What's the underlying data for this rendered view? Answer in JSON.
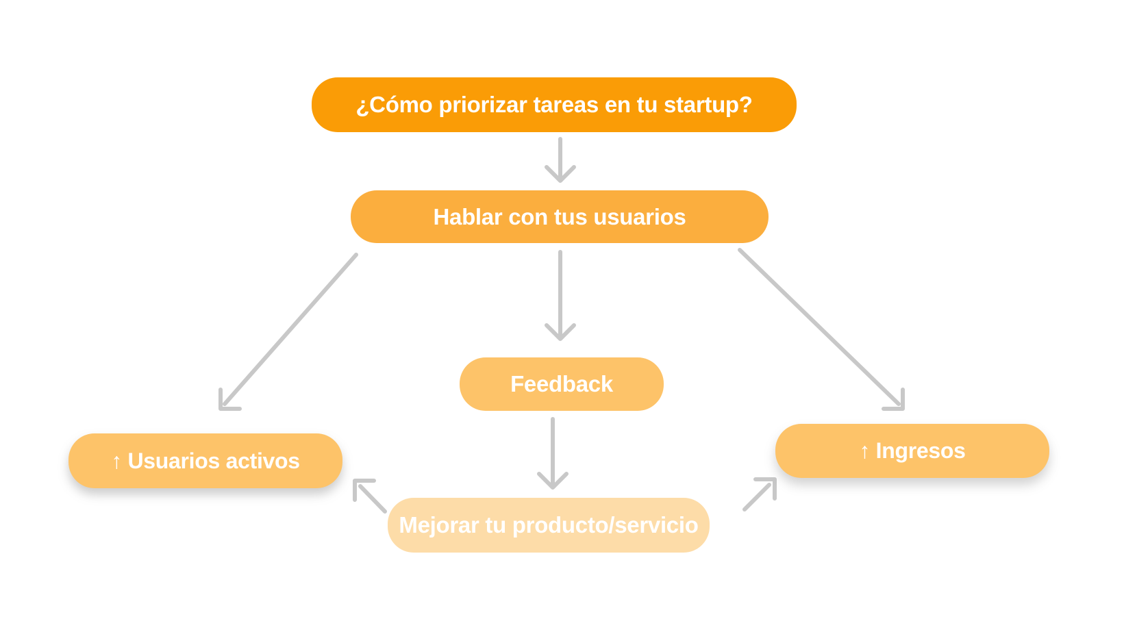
{
  "page": {
    "background": "#FFFFFF"
  },
  "diagram": {
    "type": "flowchart",
    "arrow_color": "#C8C8C8",
    "nodes": [
      {
        "id": "question",
        "label": "¿Cómo priorizar tareas en tu startup?",
        "color": "#FA9C06",
        "text_color": "#FFFFFF"
      },
      {
        "id": "hablar",
        "label": "Hablar con tus usuarios",
        "color": "#FBAE3E",
        "text_color": "#FFFFFF"
      },
      {
        "id": "feedback",
        "label": "Feedback",
        "color": "#FDC369",
        "text_color": "#FFFFFF"
      },
      {
        "id": "usuarios-activos",
        "label": "↑ Usuarios activos",
        "color": "#FDC369",
        "text_color": "#FFFFFF"
      },
      {
        "id": "ingresos",
        "label": "↑ Ingresos",
        "color": "#FDC369",
        "text_color": "#FFFFFF"
      },
      {
        "id": "mejorar",
        "label": "Mejorar tu producto/servicio",
        "color": "#FDDCA8",
        "text_color": "#FFFFFF"
      }
    ],
    "edges": [
      {
        "from": "question",
        "to": "hablar"
      },
      {
        "from": "hablar",
        "to": "feedback"
      },
      {
        "from": "hablar",
        "to": "usuarios-activos"
      },
      {
        "from": "hablar",
        "to": "ingresos"
      },
      {
        "from": "feedback",
        "to": "mejorar"
      },
      {
        "from": "mejorar",
        "to": "usuarios-activos"
      },
      {
        "from": "mejorar",
        "to": "ingresos"
      }
    ]
  }
}
